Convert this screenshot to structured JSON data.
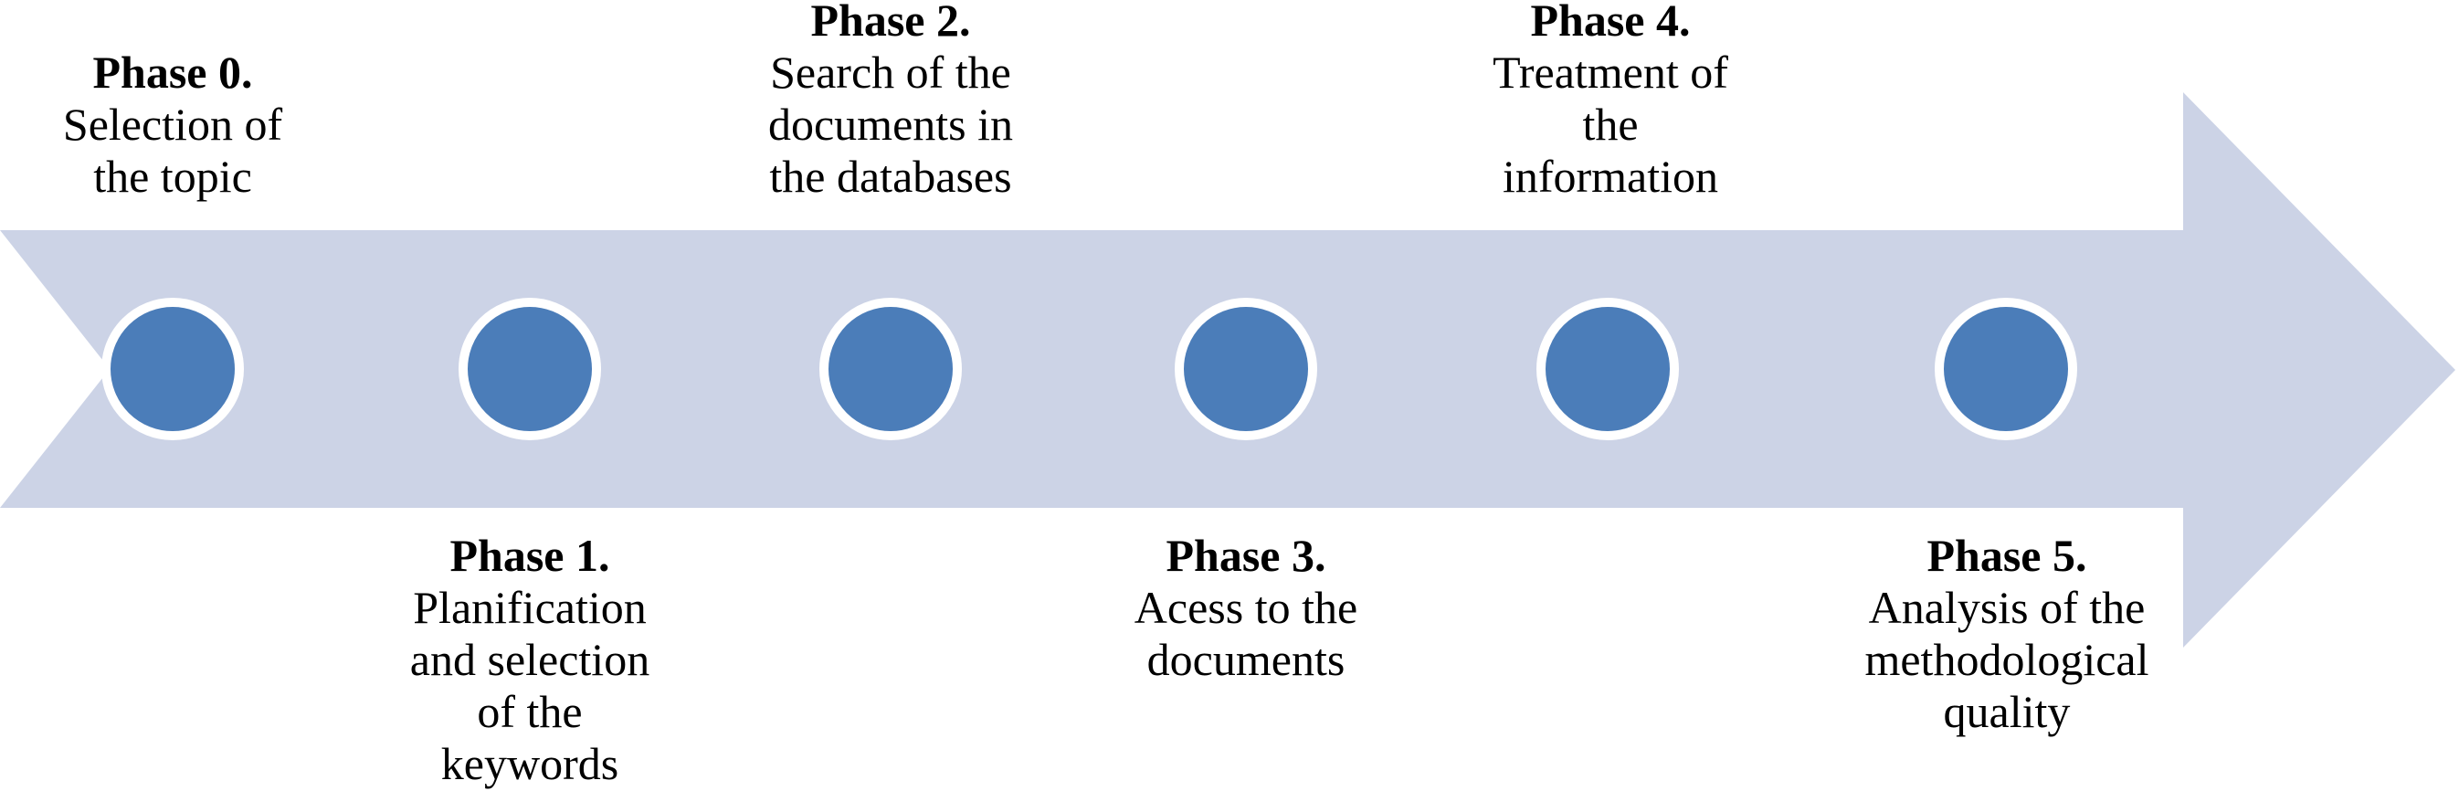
{
  "diagram": {
    "type": "process-flow-arrow",
    "direction": "right",
    "colors": {
      "arrow_fill": "#ccd3e6",
      "marker_fill": "#4b7db9",
      "marker_ring": "#ffffff",
      "text": "#000000",
      "background": "#ffffff"
    },
    "phases": [
      {
        "heading": "Phase 0.",
        "lines": [
          "Selection of",
          "the topic"
        ],
        "label_position": "above"
      },
      {
        "heading": "Phase 1.",
        "lines": [
          "Planification",
          "and selection",
          "of the",
          "keywords"
        ],
        "label_position": "below"
      },
      {
        "heading": "Phase 2.",
        "lines": [
          "Search of the",
          "documents in",
          "the databases"
        ],
        "label_position": "above"
      },
      {
        "heading": "Phase 3.",
        "lines": [
          "Acess to the",
          "documents"
        ],
        "label_position": "below"
      },
      {
        "heading": "Phase 4.",
        "lines": [
          "Treatment of",
          "the",
          "information"
        ],
        "label_position": "above"
      },
      {
        "heading": "Phase 5.",
        "lines": [
          "Analysis of the",
          "methodological",
          "quality"
        ],
        "label_position": "below"
      }
    ]
  }
}
